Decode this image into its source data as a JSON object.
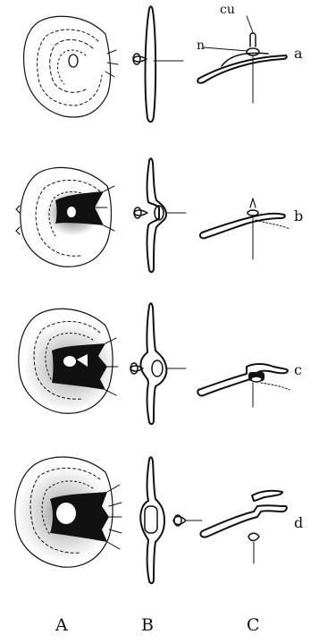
{
  "figure": {
    "rows": [
      {
        "key": "a",
        "label": "a"
      },
      {
        "key": "b",
        "label": "b"
      },
      {
        "key": "c",
        "label": "c"
      },
      {
        "key": "d",
        "label": "d"
      }
    ],
    "columns": [
      {
        "key": "A",
        "label": "A"
      },
      {
        "key": "B",
        "label": "B"
      },
      {
        "key": "C",
        "label": "C"
      }
    ],
    "annotations": {
      "cu": "cu",
      "n": "n"
    }
  }
}
